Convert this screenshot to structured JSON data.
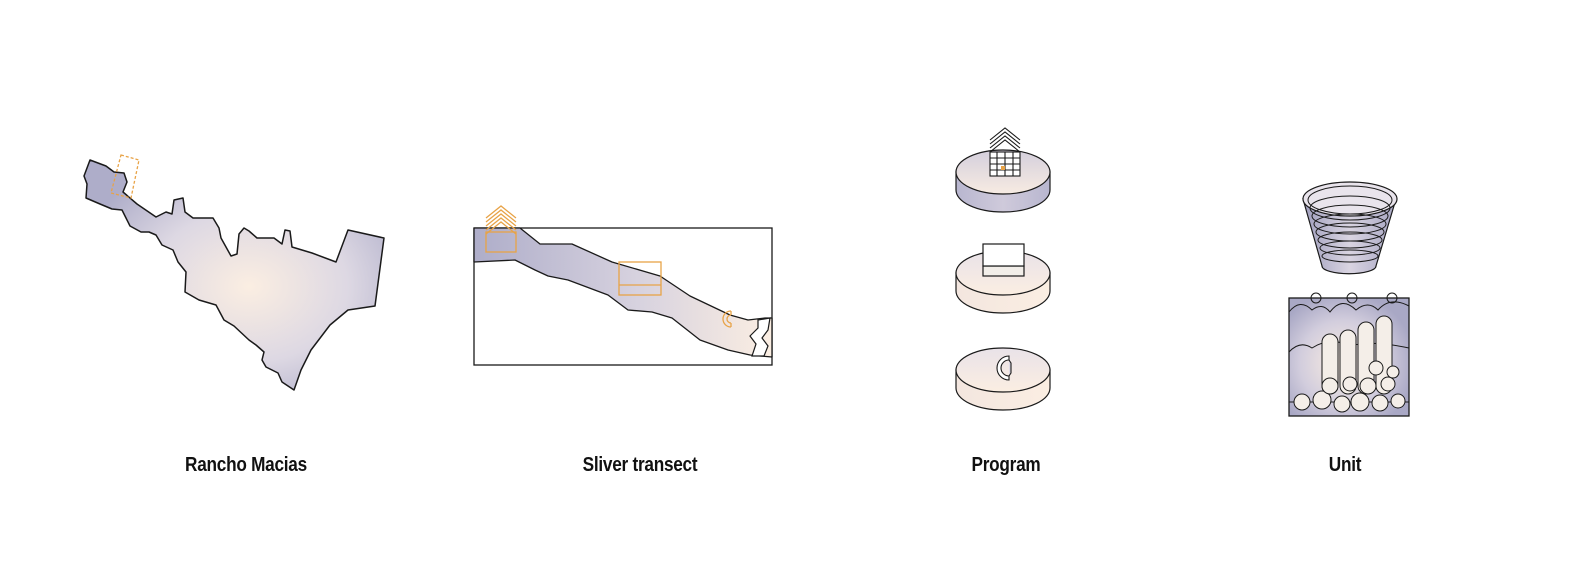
{
  "panels": [
    {
      "id": "rancho",
      "caption": "Rancho Macias"
    },
    {
      "id": "transect",
      "caption": "Sliver transect"
    },
    {
      "id": "program",
      "caption": "Program"
    },
    {
      "id": "unit",
      "caption": "Unit"
    }
  ],
  "colors": {
    "outline": "#1a1a1a",
    "fill_light": "#fbeee2",
    "fill_dark": "#b7b6cf",
    "accent_orange": "#e8a347"
  },
  "icons": [
    "site-map",
    "transect-section",
    "program-discs",
    "unit-container"
  ]
}
